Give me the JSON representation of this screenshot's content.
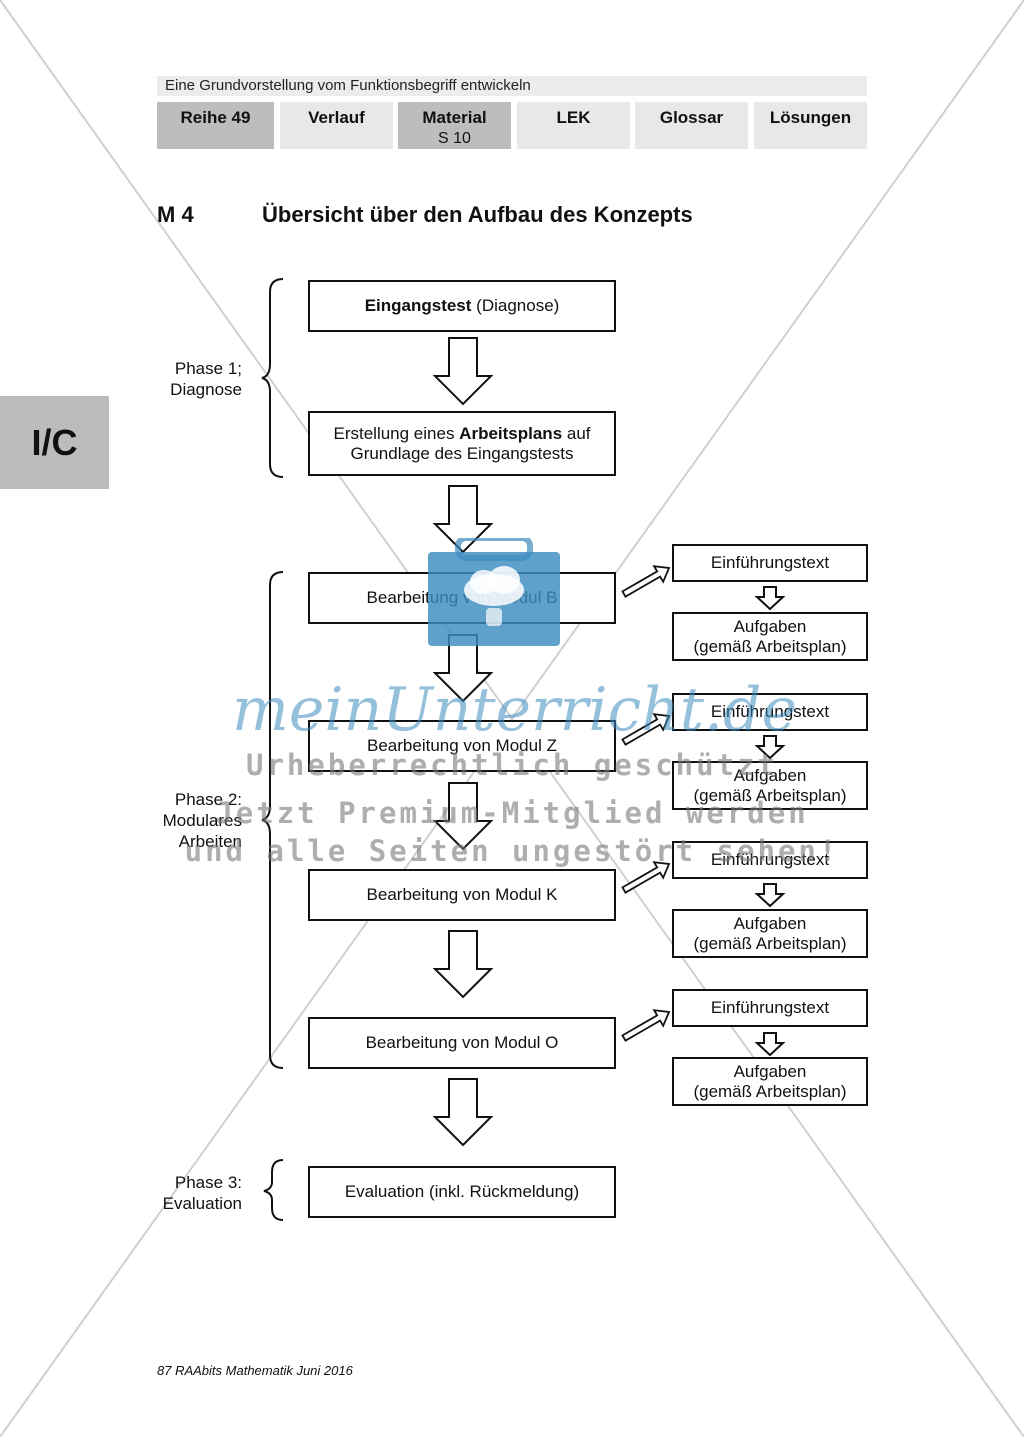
{
  "header": {
    "title": "Eine Grundvorstellung vom Funktionsbegriff entwickeln",
    "nav": [
      {
        "label": "Reihe 49",
        "sub": ""
      },
      {
        "label": "Verlauf",
        "sub": ""
      },
      {
        "label": "Material",
        "sub": "S 10"
      },
      {
        "label": "LEK",
        "sub": ""
      },
      {
        "label": "Glossar",
        "sub": ""
      },
      {
        "label": "Lösungen",
        "sub": ""
      }
    ]
  },
  "side_tab": "I/C",
  "material": {
    "number": "M 4",
    "title": "Übersicht über den Aufbau des Konzepts"
  },
  "flow": {
    "eingangstest": {
      "bold": "Eingangstest",
      "rest": " (Diagnose)"
    },
    "arbeitsplan": {
      "pre": "Erstellung eines ",
      "bold": "Arbeitsplans",
      "post": " auf",
      "line2": "Grundlage des Eingangstests"
    },
    "modules": [
      {
        "label": "Bearbeitung von Modul B"
      },
      {
        "label": "Bearbeitung von Modul Z"
      },
      {
        "label": "Bearbeitung von Modul K"
      },
      {
        "label": "Bearbeitung von Modul O"
      }
    ],
    "side_intro": "Einführungstext",
    "side_tasks_1": "Aufgaben",
    "side_tasks_2": "(gemäß Arbeitsplan)",
    "evaluation": "Evaluation (inkl. Rückmeldung)"
  },
  "phases": {
    "p1_line1": "Phase 1;",
    "p1_line2": "Diagnose",
    "p2_line1": "Phase 2:",
    "p2_line2": "Modulares",
    "p2_line3": "Arbeiten",
    "p3_line1": "Phase 3:",
    "p3_line2": "Evaluation"
  },
  "watermark": {
    "logo": "meinUnterricht.de",
    "line1": "Urheberrechtlich geschützt",
    "line2": "Jetzt Premium-Mitglied werden",
    "line3": "und alle Seiten ungestört sehen!"
  },
  "footer": "87 RAAbits Mathematik Juni 2016"
}
